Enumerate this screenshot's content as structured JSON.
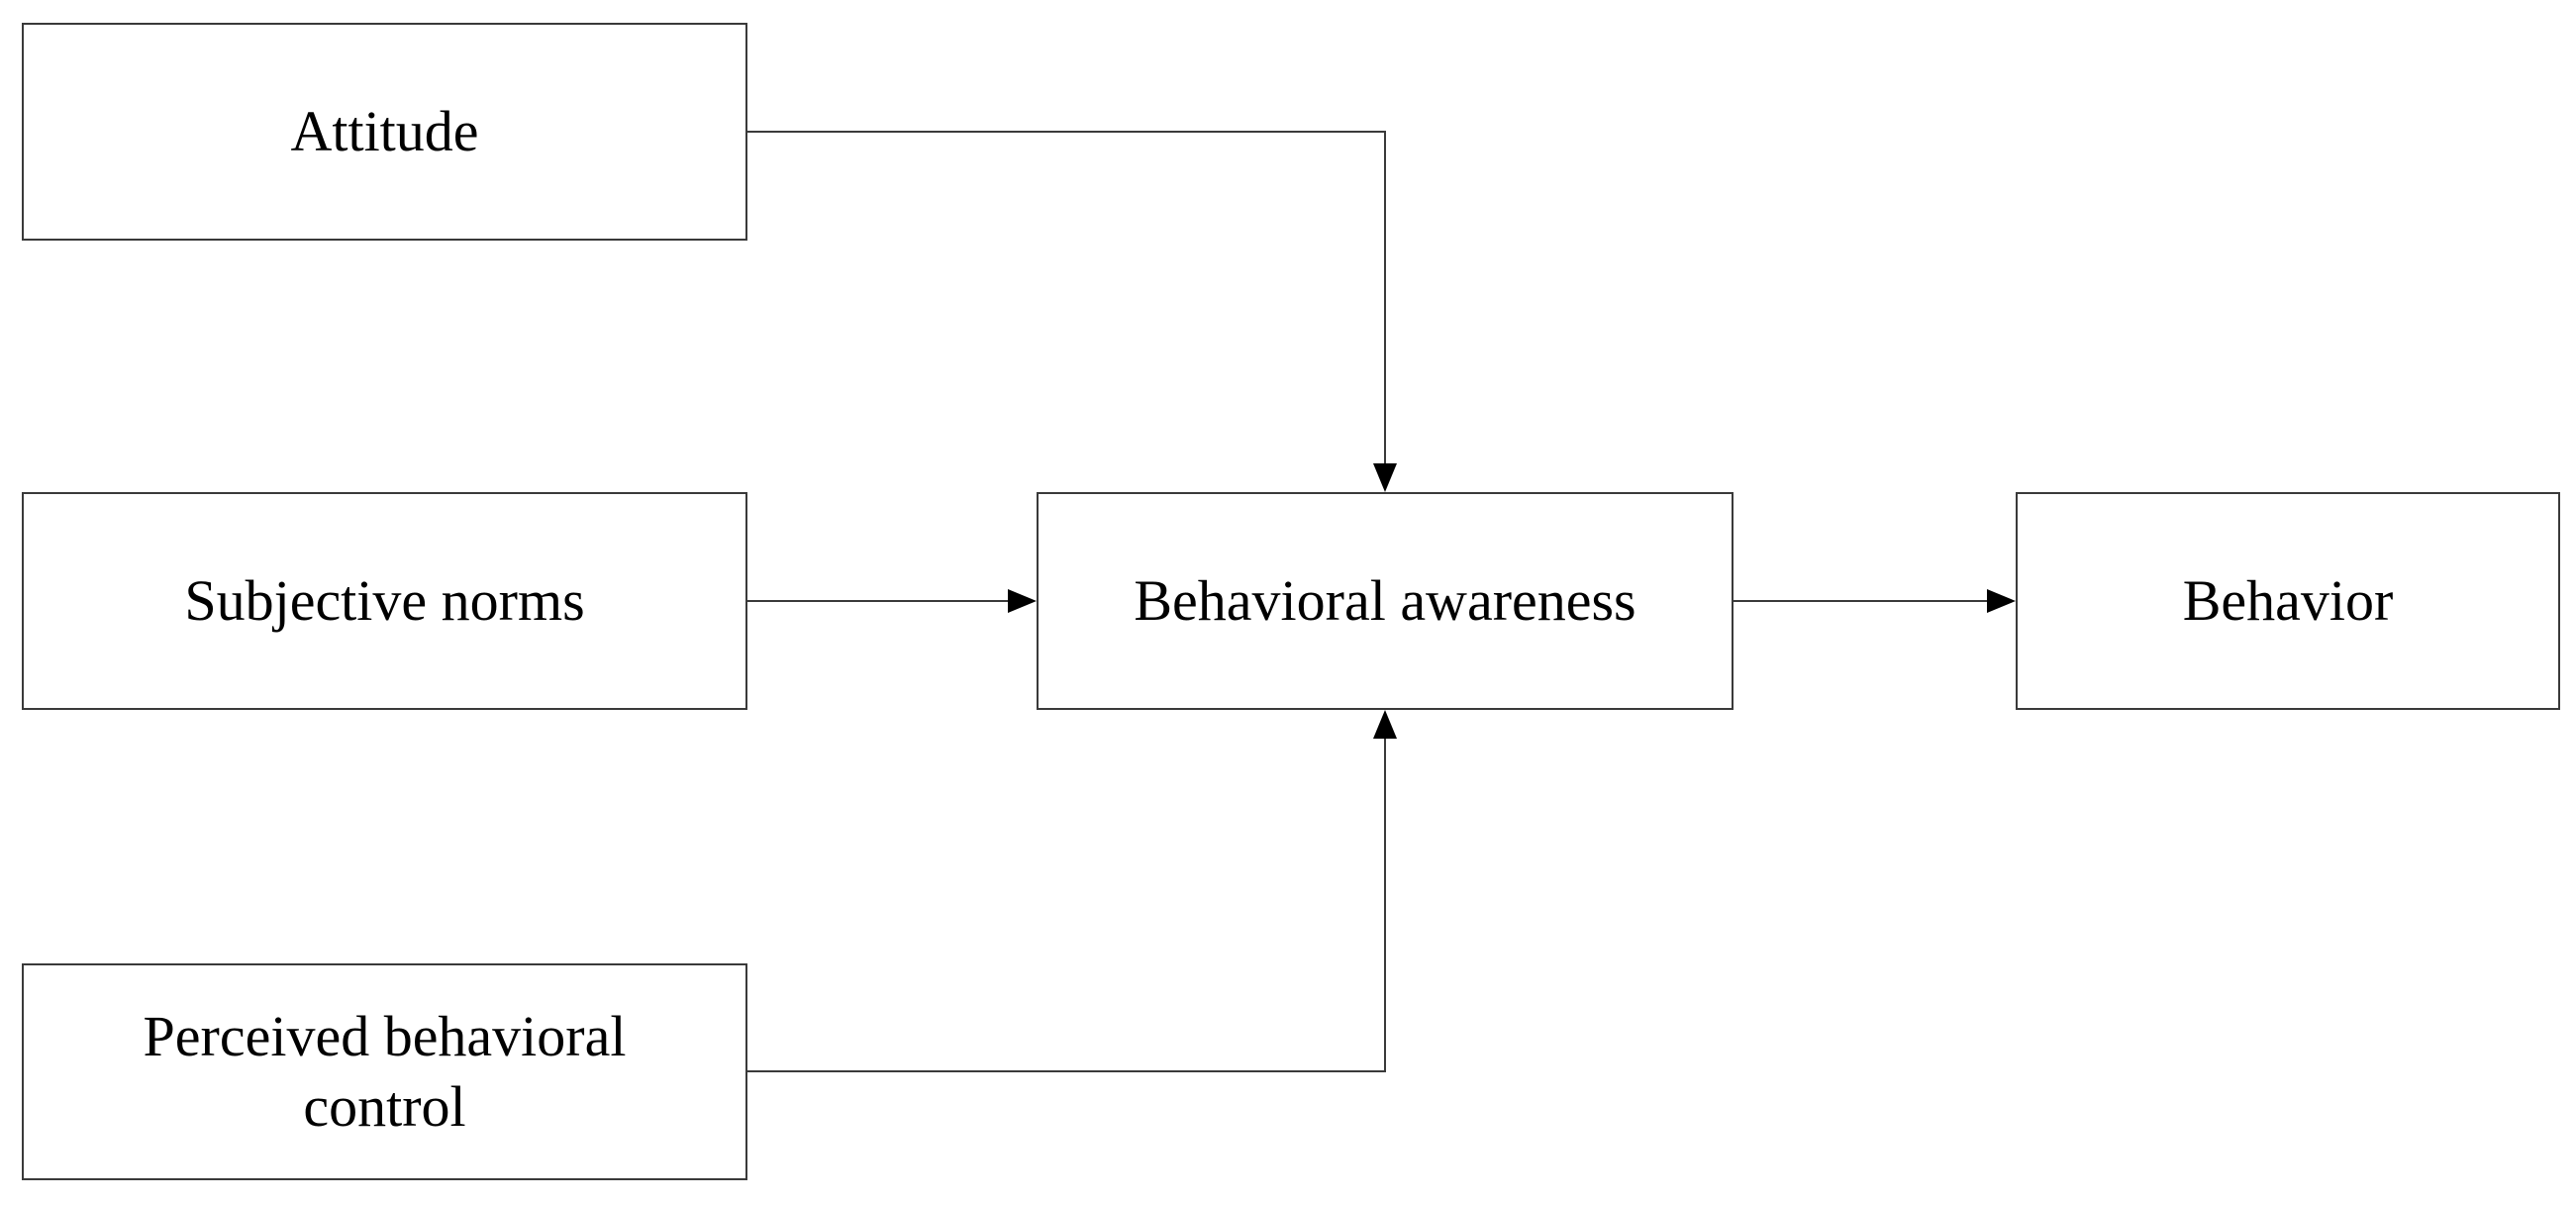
{
  "nodes": {
    "attitude": "Attitude",
    "subjective_norms": "Subjective norms",
    "perceived_behavioral_control": "Perceived behavioral control",
    "behavioral_awareness": "Behavioral awareness",
    "behavior": "Behavior"
  },
  "edges": [
    {
      "from": "Attitude",
      "to": "Behavioral awareness"
    },
    {
      "from": "Subjective norms",
      "to": "Behavioral awareness"
    },
    {
      "from": "Perceived behavioral control",
      "to": "Behavioral awareness"
    },
    {
      "from": "Behavioral awareness",
      "to": "Behavior"
    }
  ],
  "colors": {
    "line": "#3a3a3a",
    "text": "#000000",
    "background": "#ffffff"
  }
}
